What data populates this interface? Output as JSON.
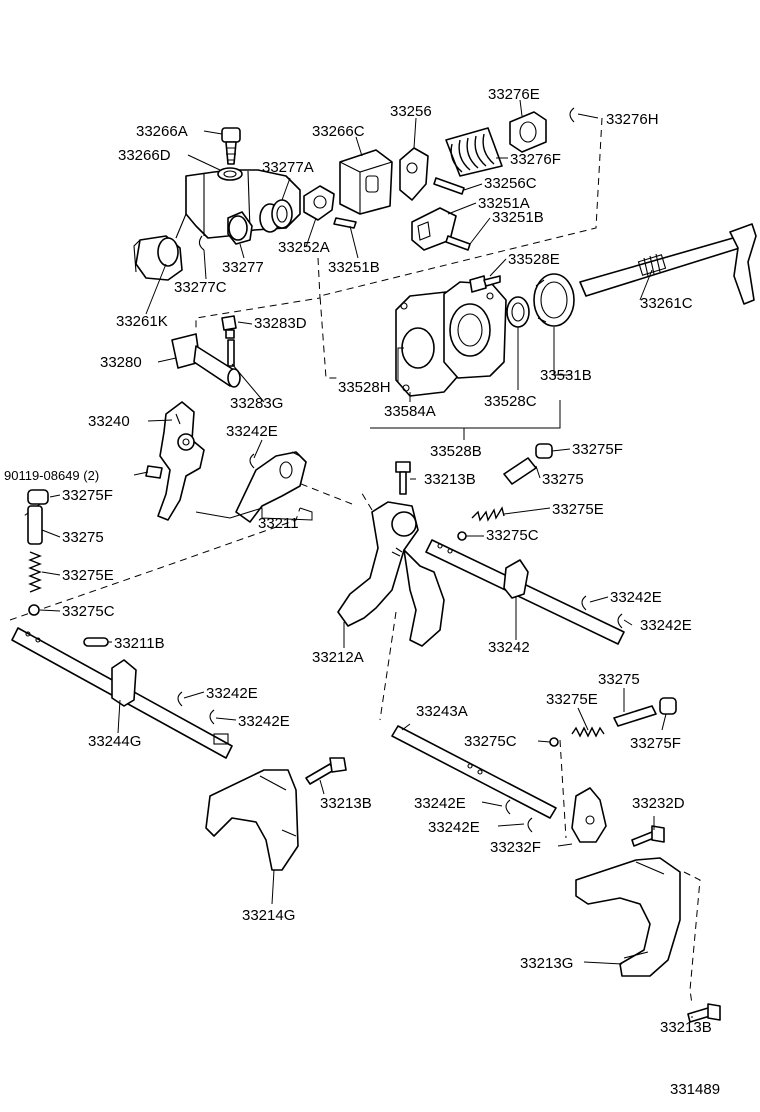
{
  "diagram_id": "331489",
  "labels": {
    "l33266A": "33266A",
    "l33266D": "33266D",
    "l33266C": "33266C",
    "l33256": "33256",
    "l33276E": "33276E",
    "l33276H": "33276H",
    "l33276F": "33276F",
    "l33277A": "33277A",
    "l33256C": "33256C",
    "l33251A": "33251A",
    "l33251B_a": "33251B",
    "l33252A": "33252A",
    "l33277": "33277",
    "l33251B_b": "33251B",
    "l33277C": "33277C",
    "l33528E": "33528E",
    "l33261C": "33261C",
    "l33261K": "33261K",
    "l33283D": "33283D",
    "l33280": "33280",
    "l33531B": "33531B",
    "l33528H": "33528H",
    "l33283G": "33283G",
    "l33584A": "33584A",
    "l33528C": "33528C",
    "l33240": "33240",
    "l33242E_a": "33242E",
    "l33528B": "33528B",
    "l33275F_a": "33275F",
    "l90119": "90119-08649 (2)",
    "l33213B_a": "33213B",
    "l33275_a": "33275",
    "l33275F_b": "33275F",
    "l33275E_a": "33275E",
    "l33211": "33211",
    "l33275_b": "33275",
    "l33275C_a": "33275C",
    "l33275E_b": "33275E",
    "l33242E_b": "33242E",
    "l33275C_b": "33275C",
    "l33242E_c": "33242E",
    "l33211B": "33211B",
    "l33212A": "33212A",
    "l33242": "33242",
    "l33275_c": "33275",
    "l33242E_d": "33242E",
    "l33275E_c": "33275E",
    "l33243A": "33243A",
    "l33242E_e": "33242E",
    "l33244G": "33244G",
    "l33275C_c": "33275C",
    "l33275F_c": "33275F",
    "l33213B_b": "33213B",
    "l33242E_f": "33242E",
    "l33232D": "33232D",
    "l33242E_g": "33242E",
    "l33232F": "33232F",
    "l33214G": "33214G",
    "l33213G": "33213G",
    "l33213B_c": "33213B"
  }
}
